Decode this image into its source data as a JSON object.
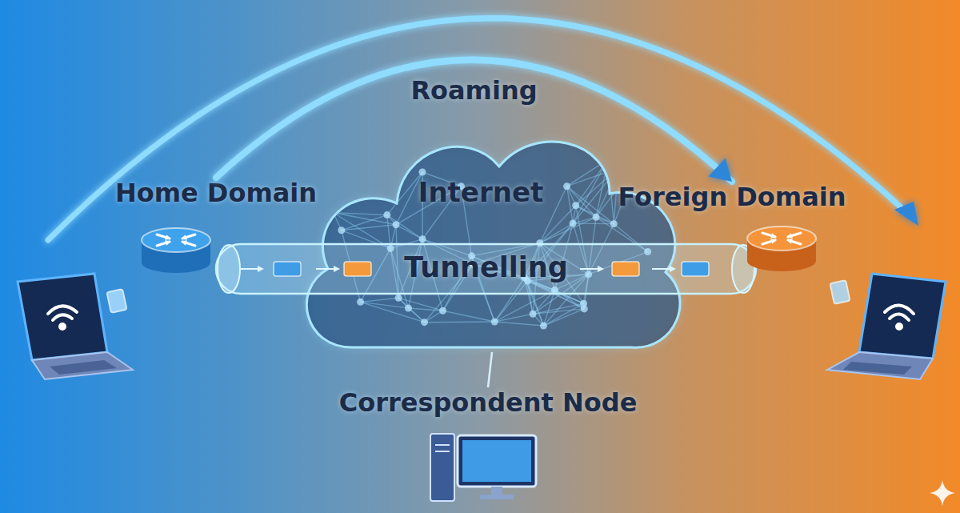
{
  "diagram": {
    "nodes": [
      {
        "text": [
          "Home Domain"
        ]
      },
      {
        "text": [
          "Internet"
        ]
      },
      {
        "text": [
          "Tunnelling"
        ],
        "in": 1
      },
      {
        "text": [
          "Foreign Domain"
        ]
      },
      {
        "text": [
          "Correspondent Node"
        ]
      }
    ],
    "edges": [
      {
        "from": 0,
        "to": 3,
        "arrow": "to",
        "label": "Roaming"
      },
      {
        "from": 1,
        "to": 4,
        "arrow": "none"
      }
    ]
  }
}
